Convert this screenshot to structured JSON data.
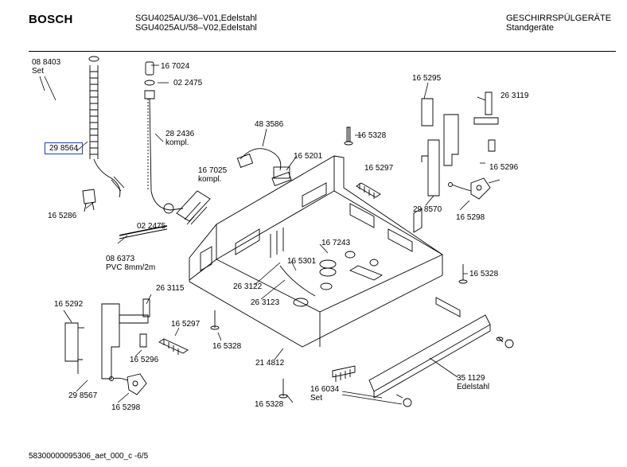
{
  "header": {
    "brand": "BOSCH",
    "models": [
      "SGU4025AU/36–V01,Edelstahl",
      "SGU4025AU/58–V02,Edelstahl"
    ],
    "category": [
      "GESCHIRRSPÜLGERÄTE",
      "Standgeräte"
    ]
  },
  "parts": [
    {
      "id": "p-088403",
      "lines": [
        "08 8403",
        "Set"
      ]
    },
    {
      "id": "p-298564",
      "lines": [
        "29 8564"
      ],
      "highlight": true,
      "highlight_color": "#1a3cc8"
    },
    {
      "id": "p-165286",
      "lines": [
        "16 5286"
      ]
    },
    {
      "id": "p-167024",
      "lines": [
        "16 7024"
      ]
    },
    {
      "id": "p-022475a",
      "lines": [
        "02 2475"
      ]
    },
    {
      "id": "p-282436",
      "lines": [
        "28 2436",
        "kompl."
      ]
    },
    {
      "id": "p-167025",
      "lines": [
        "16 7025",
        "kompl."
      ]
    },
    {
      "id": "p-022475b",
      "lines": [
        "02 2475"
      ]
    },
    {
      "id": "p-086373",
      "lines": [
        "08 6373",
        "PVC 8mm/2m"
      ]
    },
    {
      "id": "p-483586",
      "lines": [
        "48 3586"
      ]
    },
    {
      "id": "p-165201",
      "lines": [
        "16 5201"
      ]
    },
    {
      "id": "p-165328a",
      "lines": [
        "16 5328"
      ]
    },
    {
      "id": "p-165297a",
      "lines": [
        "16 5297"
      ]
    },
    {
      "id": "p-165295",
      "lines": [
        "16 5295"
      ]
    },
    {
      "id": "p-263119",
      "lines": [
        "26 3119"
      ]
    },
    {
      "id": "p-165296a",
      "lines": [
        "16 5296"
      ]
    },
    {
      "id": "p-298570",
      "lines": [
        "29 8570"
      ]
    },
    {
      "id": "p-165298a",
      "lines": [
        "16 5298"
      ]
    },
    {
      "id": "p-167243",
      "lines": [
        "16 7243"
      ]
    },
    {
      "id": "p-165301",
      "lines": [
        "16 5301"
      ]
    },
    {
      "id": "p-263122",
      "lines": [
        "26 3122"
      ]
    },
    {
      "id": "p-263123",
      "lines": [
        "26 3123"
      ]
    },
    {
      "id": "p-165328b",
      "lines": [
        "16 5328"
      ]
    },
    {
      "id": "p-263115",
      "lines": [
        "26 3115"
      ]
    },
    {
      "id": "p-165292",
      "lines": [
        "16 5292"
      ]
    },
    {
      "id": "p-165297b",
      "lines": [
        "16 5297"
      ]
    },
    {
      "id": "p-165296b",
      "lines": [
        "16 5296"
      ]
    },
    {
      "id": "p-165328c",
      "lines": [
        "16 5328"
      ]
    },
    {
      "id": "p-214812",
      "lines": [
        "21 4812"
      ]
    },
    {
      "id": "p-298567",
      "lines": [
        "29 8567"
      ]
    },
    {
      "id": "p-165298b",
      "lines": [
        "16 5298"
      ]
    },
    {
      "id": "p-165328d",
      "lines": [
        "16 5328"
      ]
    },
    {
      "id": "p-166034",
      "lines": [
        "16 6034",
        "Set"
      ]
    },
    {
      "id": "p-351129",
      "lines": [
        "35 1129",
        "Edelstahl"
      ]
    }
  ],
  "footer": "58300000095306_aet_000_c  -6/5"
}
